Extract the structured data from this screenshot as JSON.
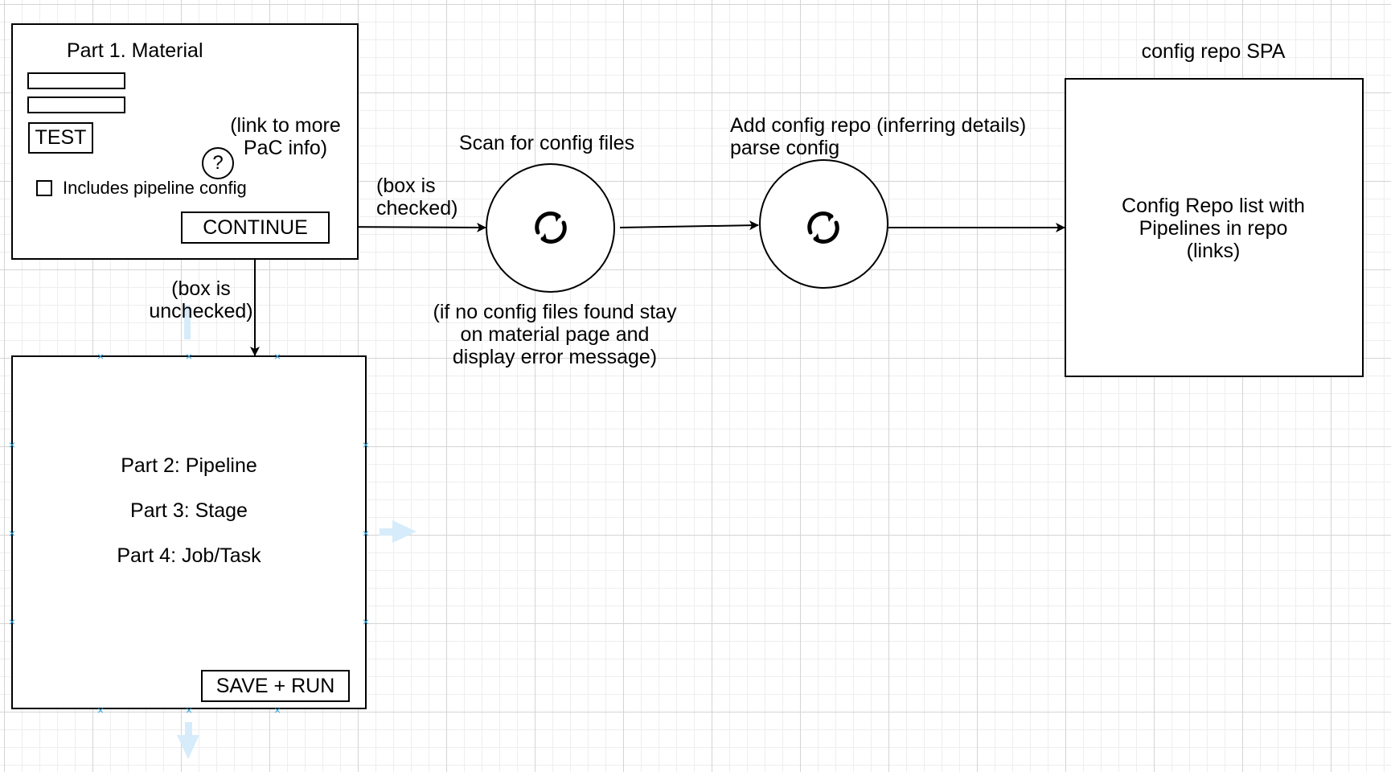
{
  "material": {
    "title": "Part 1. Material",
    "test_label": "TEST",
    "help_glyph": "?",
    "help_text_line1": "(link to more",
    "help_text_line2": "PaC info)",
    "checkbox_label": "Includes pipeline config",
    "continue_label": "CONTINUE"
  },
  "edges": {
    "checked_line1": "(box is",
    "checked_line2": "checked)",
    "unchecked_line1": "(box is",
    "unchecked_line2": "unchecked)"
  },
  "pipeline": {
    "line1": "Part 2: Pipeline",
    "line2": "Part 3: Stage",
    "line3": "Part 4: Job/Task",
    "save_run_label": "SAVE + RUN"
  },
  "scan": {
    "title": "Scan for config files",
    "note_line1": "(if no config files found stay",
    "note_line2": "on material page and",
    "note_line3": "display error message)"
  },
  "add": {
    "title_line1": "Add config repo (inferring details)",
    "title_line2": "parse config"
  },
  "spa": {
    "title": "config repo SPA",
    "line1": "Config Repo list with",
    "line2": "Pipelines in repo",
    "line3": "(links)"
  },
  "icons": {
    "refresh": "refresh-icon",
    "help": "question-icon",
    "selection_handle": "selection-handle-icon",
    "connect_arrow": "connect-arrow-icon"
  },
  "colors": {
    "line": "#000000",
    "selection": "#2a9fd8",
    "hint_arrow": "#d6ecfa",
    "grid_major": "#d4d4d4",
    "grid_minor": "#eeeeee"
  }
}
